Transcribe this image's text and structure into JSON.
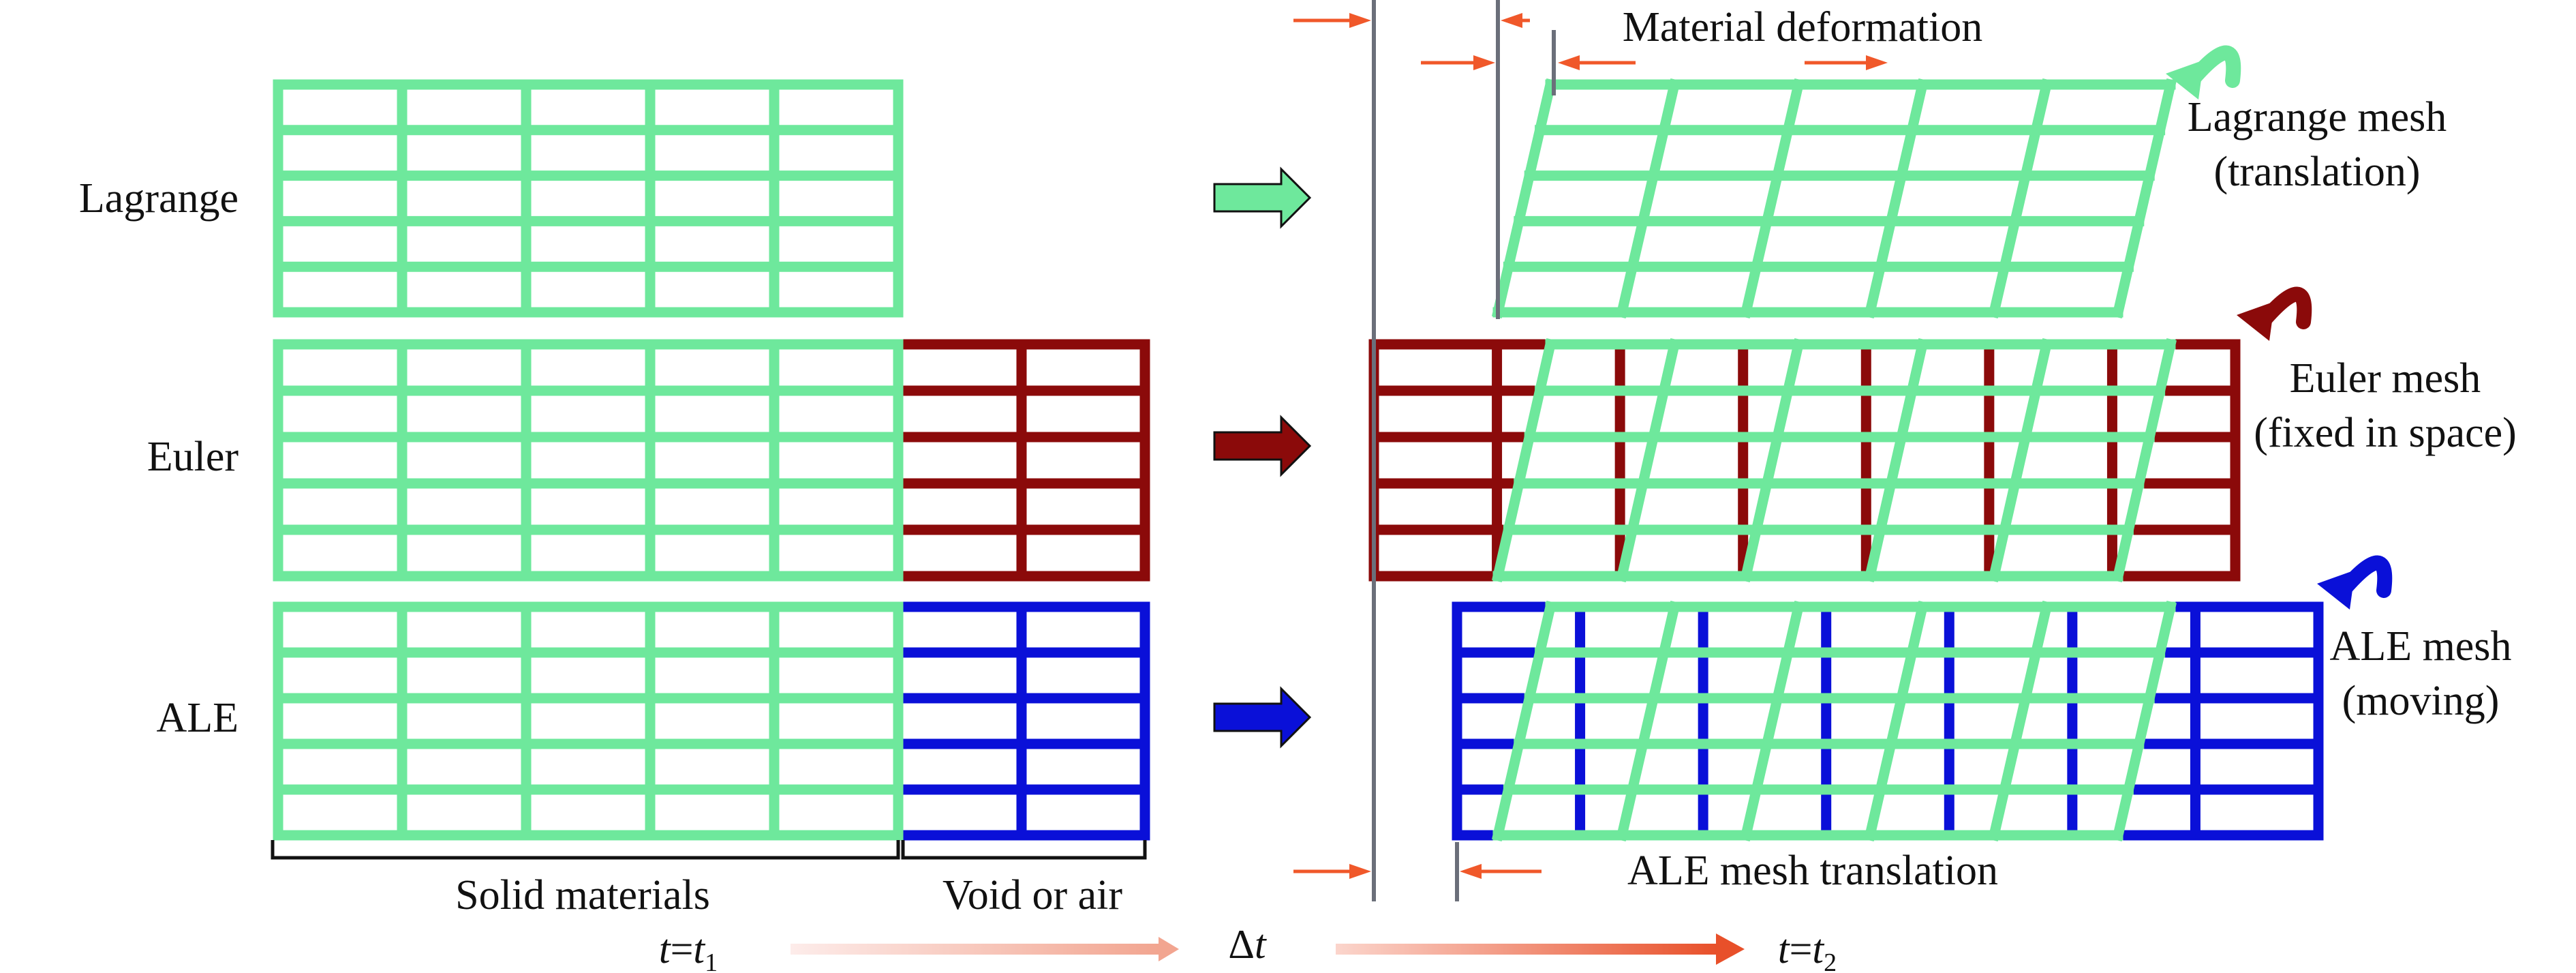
{
  "labels": {
    "row_lagrange": "Lagrange",
    "row_euler": "Euler",
    "row_ale": "ALE",
    "solid_materials": "Solid materials",
    "void_or_air": "Void or air",
    "material_deformation": "Material deformation",
    "lagrange_mesh_line1": "Lagrange mesh",
    "lagrange_mesh_line2": "(translation)",
    "euler_mesh_line1": "Euler mesh",
    "euler_mesh_line2": "(fixed in space)",
    "ale_mesh_line1": "ALE mesh",
    "ale_mesh_line2": "(moving)",
    "ale_mesh_translation": "ALE mesh translation"
  },
  "timeline": {
    "t_var": "t",
    "eq": "=",
    "t1_sub": "1",
    "delta": "Δ",
    "dt_var": "t",
    "t2_sub": "2"
  },
  "colors": {
    "material_mesh": "#6ee89c",
    "euler_mesh": "#8b0a0a",
    "ale_mesh": "#0a10d8",
    "reference_line": "#6b6f7a",
    "dimension_arrow": "#f0582a",
    "time_arrow_start": "#fde2dc",
    "time_arrow_end": "#e8502a",
    "bracket": "#111111"
  },
  "icons": {
    "lagrange_arrow": "right-arrow-icon",
    "euler_arrow": "right-arrow-icon",
    "ale_arrow": "right-arrow-icon",
    "lagrange_rotate": "curved-arrow-icon",
    "euler_rotate": "curved-arrow-icon",
    "ale_rotate": "curved-arrow-icon"
  }
}
